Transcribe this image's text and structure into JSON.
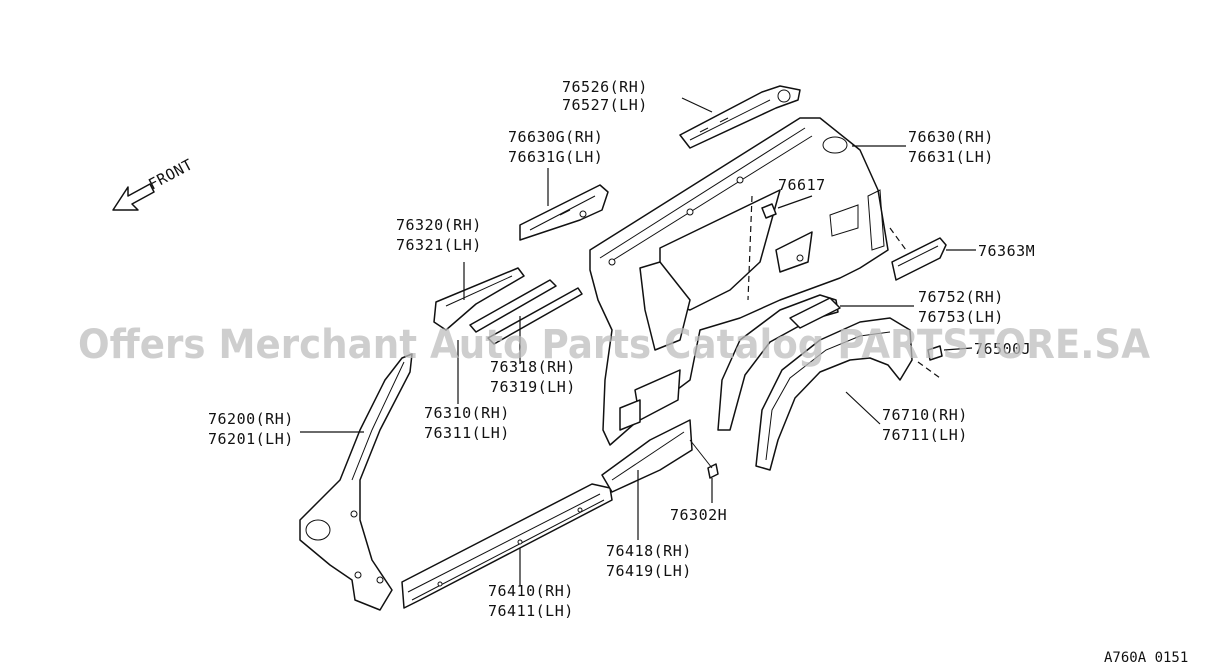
{
  "direction_label": "FRONT",
  "callouts": [
    {
      "id": "76526",
      "lines": [
        "76526(RH)",
        "76527(LH)"
      ]
    },
    {
      "id": "76630G",
      "lines": [
        "76630G(RH)",
        "76631G(LH)"
      ]
    },
    {
      "id": "76630",
      "lines": [
        "76630(RH)",
        "76631(LH)"
      ]
    },
    {
      "id": "76617",
      "lines": [
        "76617"
      ]
    },
    {
      "id": "76320",
      "lines": [
        "76320(RH)",
        "76321(LH)"
      ]
    },
    {
      "id": "76363M",
      "lines": [
        "76363M"
      ]
    },
    {
      "id": "76752",
      "lines": [
        "76752(RH)",
        "76753(LH)"
      ]
    },
    {
      "id": "76500",
      "lines": [
        "76500J"
      ]
    },
    {
      "id": "76318",
      "lines": [
        "76318(RH)",
        "76319(LH)"
      ]
    },
    {
      "id": "76310",
      "lines": [
        "76310(RH)",
        "76311(LH)"
      ]
    },
    {
      "id": "76200",
      "lines": [
        "76200(RH)",
        "76201(LH)"
      ]
    },
    {
      "id": "76710",
      "lines": [
        "76710(RH)",
        "76711(LH)"
      ]
    },
    {
      "id": "76302H",
      "lines": [
        "76302H"
      ]
    },
    {
      "id": "76418",
      "lines": [
        "76418(RH)",
        "76419(LH)"
      ]
    },
    {
      "id": "76410",
      "lines": [
        "76410(RH)",
        "76411(LH)"
      ]
    }
  ],
  "watermark": "Offers Merchant Auto Parts Catalog PARTSTORE.SA",
  "diagram_code": "A760A 0151"
}
